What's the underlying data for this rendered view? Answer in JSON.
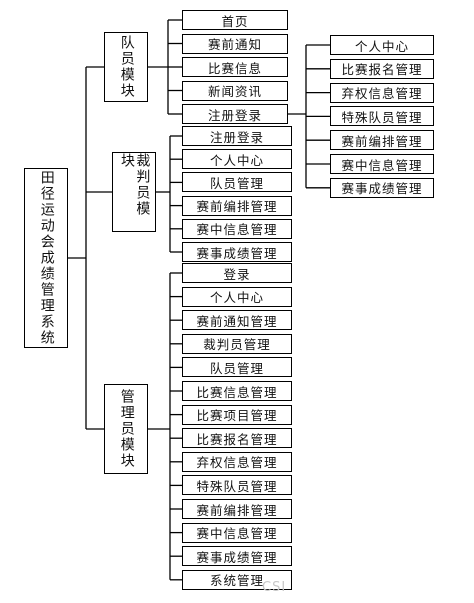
{
  "root": {
    "label": "田径运动会成绩管理系统"
  },
  "modules": [
    {
      "label": "队员模块",
      "items": [
        "首页",
        "赛前通知",
        "比赛信息",
        "新闻资讯",
        "注册登录"
      ],
      "registration_children": [
        "个人中心",
        "比赛报名管理",
        "弃权信息管理",
        "特殊队员管理",
        "赛前编排管理",
        "赛中信息管理",
        "赛事成绩管理"
      ]
    },
    {
      "label": "裁判员模块",
      "items": [
        "注册登录",
        "个人中心",
        "队员管理",
        "赛前编排管理",
        "赛中信息管理",
        "赛事成绩管理"
      ]
    },
    {
      "label": "管理员模块",
      "items": [
        "登录",
        "个人中心",
        "赛前通知管理",
        "裁判员管理",
        "队员管理",
        "比赛信息管理",
        "比赛项目管理",
        "比赛报名管理",
        "弃权信息管理",
        "特殊队员管理",
        "赛前编排管理",
        "赛中信息管理",
        "赛事成绩管理",
        "系统管理"
      ]
    }
  ],
  "watermark": "CSI"
}
